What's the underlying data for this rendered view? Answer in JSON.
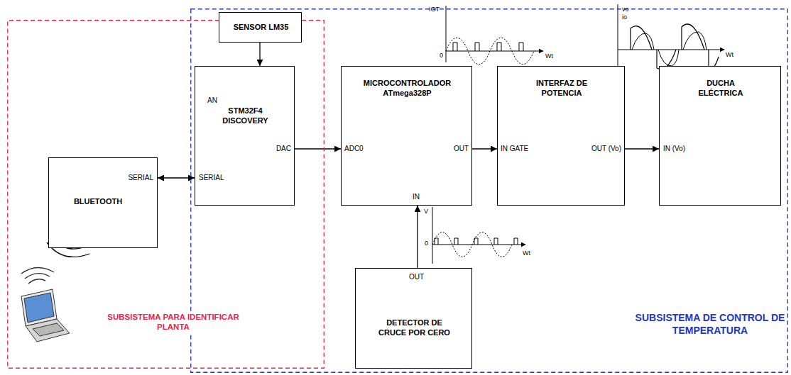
{
  "diagram": {
    "nodes": [
      {
        "text": [
          "SUBSISTEMA PARA IDENTIFICAR PLANTA"
        ]
      },
      {
        "text": [
          "SUBSISTEMA DE CONTROL DE TEMPERATURA"
        ]
      },
      {
        "text": [
          "SENSOR LM35"
        ],
        "in": 1
      },
      {
        "text": [
          "STM32F4 DISCOVERY"
        ],
        "in": 1
      },
      {
        "text": [
          "BLUETOOTH"
        ],
        "in": 0
      },
      {
        "text": [
          "MICROCONTROLADOR ATmega328P"
        ],
        "in": 1
      },
      {
        "text": [
          "INTERFAZ DE POTENCIA"
        ],
        "in": 1
      },
      {
        "text": [
          "DUCHA ELÉCTRICA"
        ],
        "in": 1
      },
      {
        "text": [
          "DETECTOR DE CRUCE POR CERO"
        ],
        "in": 1
      }
    ],
    "edges": [
      {
        "from": 2,
        "to": 3,
        "arrow": "to"
      },
      {
        "from": 4,
        "to": 3,
        "arrow": "both"
      },
      {
        "from": 3,
        "to": 5,
        "arrow": "to"
      },
      {
        "from": 5,
        "to": 6,
        "arrow": "to"
      },
      {
        "from": 6,
        "to": 7,
        "arrow": "to"
      },
      {
        "from": 8,
        "to": 5,
        "arrow": "to"
      }
    ],
    "labels": [
      "AN",
      "SERIAL",
      "SERIAL",
      "DAC",
      "ADC0",
      "OUT",
      "IN",
      "IN GATE",
      "OUT (Vo)",
      "IN (Vo)",
      "OUT",
      "IGT",
      "0",
      "Wt",
      "vo",
      "io",
      "Wt",
      "V",
      "0",
      "Wt"
    ]
  }
}
